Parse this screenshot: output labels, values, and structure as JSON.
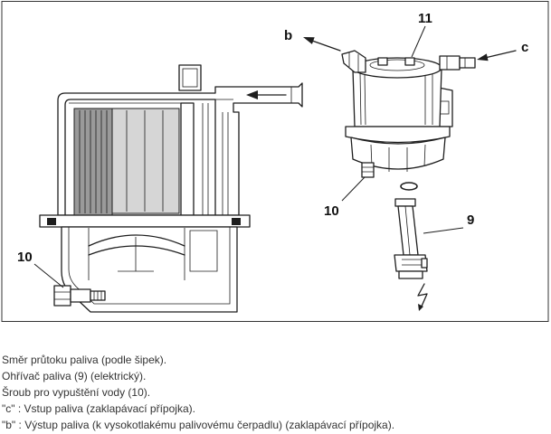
{
  "diagram": {
    "labels": {
      "outlet_b": "b",
      "part_11": "11",
      "inlet_c": "c",
      "part_10_right": "10",
      "part_9": "9",
      "part_10_left": "10"
    },
    "line_color": "#1e1e1e",
    "cartridge_dark_color": "#9a9a9a",
    "cartridge_light_color": "#d6d6d6"
  },
  "legend": {
    "lines": [
      "Směr průtoku paliva (podle šipek).",
      "Ohřívač paliva (9) (elektrický).",
      "Šroub pro vypuštění vody (10).",
      "\"c\" : Vstup paliva (zaklapávací přípojka).",
      "\"b\" : Výstup paliva (k vysokotlakému palivovému čerpadlu) (zaklapávací přípojka)."
    ],
    "text_color": "#333333"
  }
}
